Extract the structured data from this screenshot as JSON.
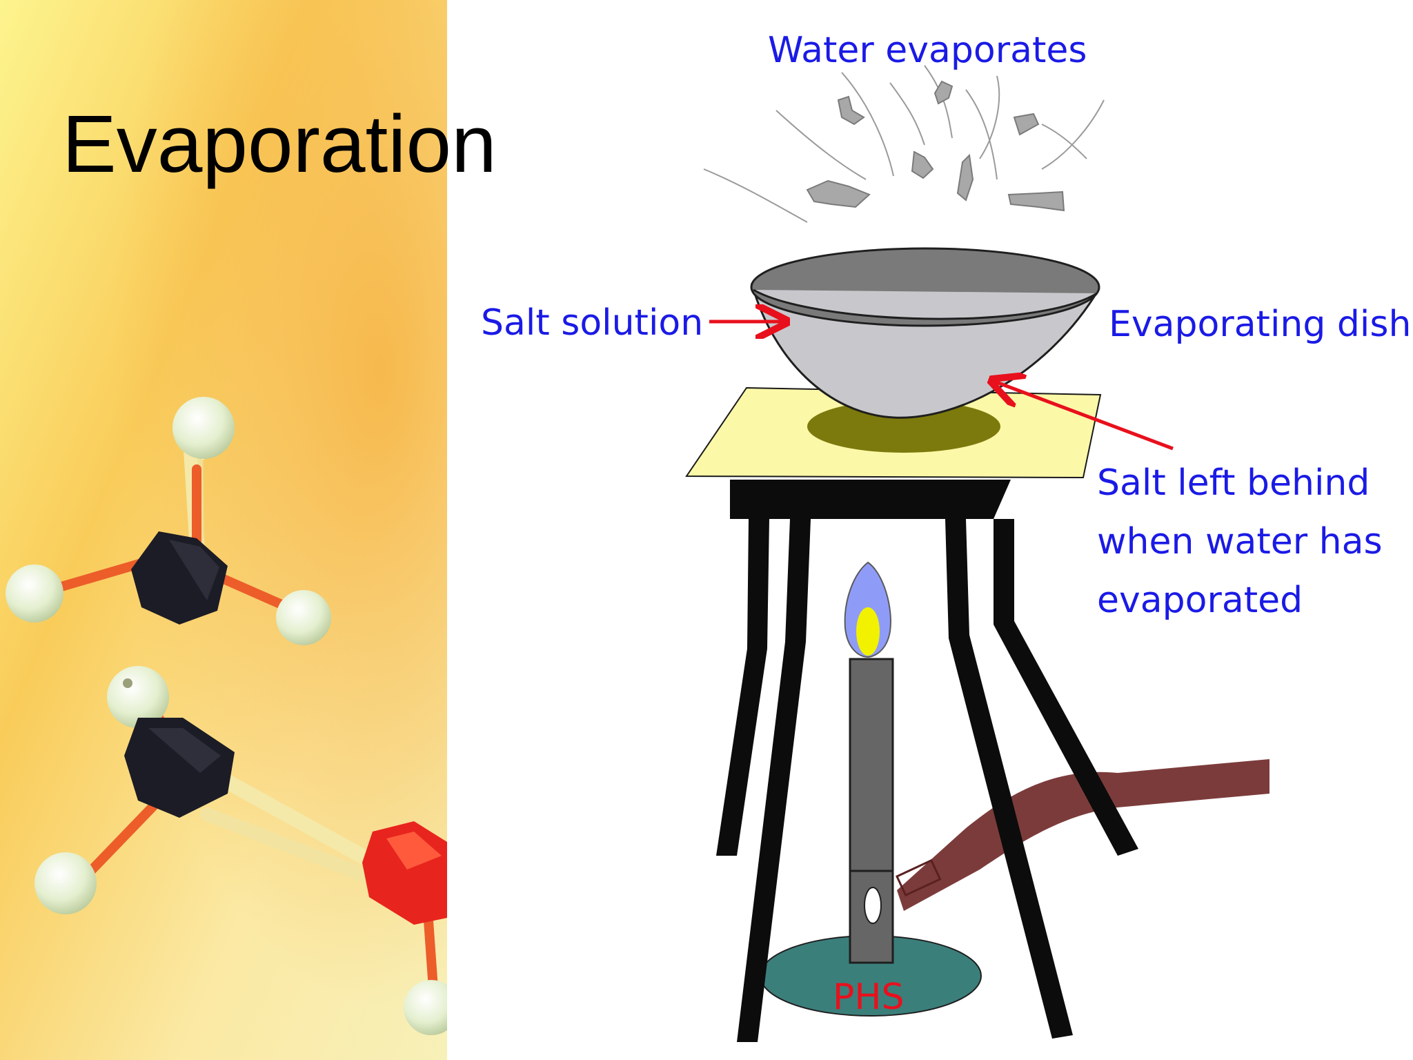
{
  "slide": {
    "title": "Evaporation"
  },
  "diagram": {
    "labels": {
      "water_evaporates": "Water evaporates",
      "salt_solution": "Salt solution",
      "evaporating_dish": "Evaporating dish",
      "salt_left_line1": "Salt left behind",
      "salt_left_line2": "when water has",
      "salt_left_line3": "evaporated",
      "burner_mark": "PHS"
    },
    "colors": {
      "label_text": "#1a1ae6",
      "arrow": "#e8101c",
      "burner_mark": "#e8101c",
      "dish_inner": "#7a7a7a",
      "dish_outer": "#c8c8cc",
      "salt_residue": "#7c7a0c",
      "gauze": "#fbf8a8",
      "tripod": "#0c0c0c",
      "burner_body": "#666666",
      "burner_base": "#3b7f7b",
      "flame_outer": "#8f9cf7",
      "flame_inner": "#f2f200",
      "gas_hose": "#7c3b3b",
      "vapour": "#999999",
      "side_panel_gradient": [
        "#fdf38a",
        "#f8c24f",
        "#fbe7a8"
      ]
    },
    "icons": [
      "molecule-model-photo",
      "tripod-stand",
      "bunsen-burner",
      "evaporating-dish"
    ]
  }
}
